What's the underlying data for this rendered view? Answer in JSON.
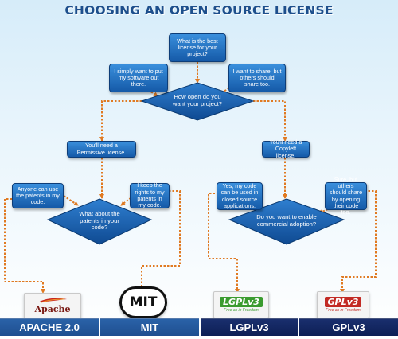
{
  "title": "CHOOSING AN OPEN SOURCE LICENSE",
  "nodes": {
    "start": "What is the best license for your project?",
    "simply_want": "I simply want to put my software out there.",
    "want_share": "I want to share, but others should share too.",
    "how_open": "How open do you want your project?",
    "permissive": "You'll need a Permissive license.",
    "copyleft": "You'll need a Copyleft license.",
    "anyone_patents": "Anyone can use the patents in my code.",
    "keep_rights": "I keep the rights to my patents in my code.",
    "what_patents": "What about the patents in your code?",
    "yes_closed": "Yes, my code can be used in closed source applications.",
    "sure_share": "Sure, but others should share by opening their code too.",
    "commercial": "Do you want to enable commercial adoption?"
  },
  "logos": {
    "apache": "Apache",
    "mit": "MIT",
    "lgpl": "LGPLv3",
    "lgpl_tag": "Free as in Freedom",
    "gpl": "GPLv3",
    "gpl_tag": "Free as in Freedom"
  },
  "licenses": [
    "APACHE 2.0",
    "MIT",
    "LGPLv3",
    "GPLv3"
  ],
  "colors": {
    "connector": "#e07a22",
    "box": "#1f6cc0",
    "title": "#1d4f8c",
    "bar_1": "#1f4f90",
    "bar_2": "#0d1f55"
  }
}
